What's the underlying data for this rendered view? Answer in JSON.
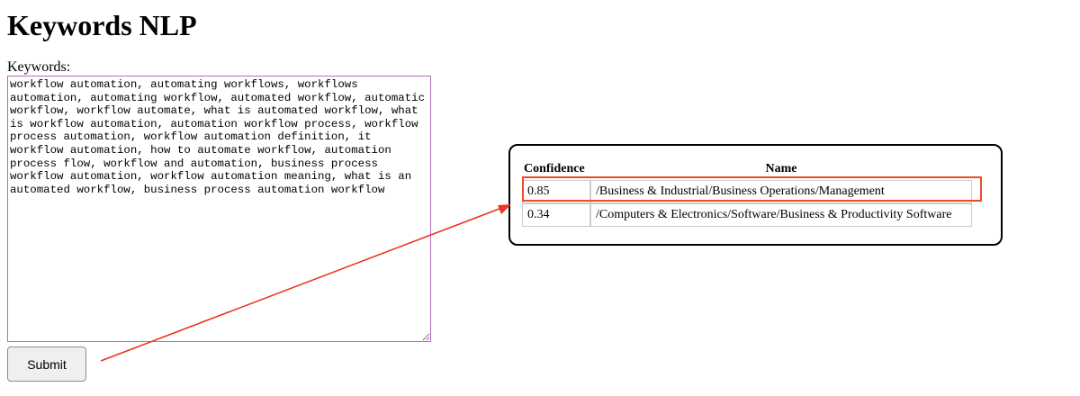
{
  "page": {
    "title": "Keywords NLP"
  },
  "form": {
    "keywords_label": "Keywords:",
    "keywords_value": "workflow automation, automating workflows, workflows automation, automating workflow, automated workflow, automatic workflow, workflow automate, what is automated workflow, what is workflow automation, automation workflow process, workflow process automation, workflow automation definition, it workflow automation, how to automate workflow, automation process flow, workflow and automation, business process workflow automation, workflow automation meaning, what is an automated workflow, business process automation workflow",
    "submit_label": "Submit"
  },
  "results": {
    "columns": [
      "Confidence",
      "Name"
    ],
    "rows": [
      {
        "confidence": "0.85",
        "name": "/Business & Industrial/Business Operations/Management"
      },
      {
        "confidence": "0.34",
        "name": "/Computers & Electronics/Software/Business & Productivity Software"
      }
    ]
  },
  "colors": {
    "highlight": "#ee4b2b",
    "textarea_border": "#b46cbf"
  }
}
